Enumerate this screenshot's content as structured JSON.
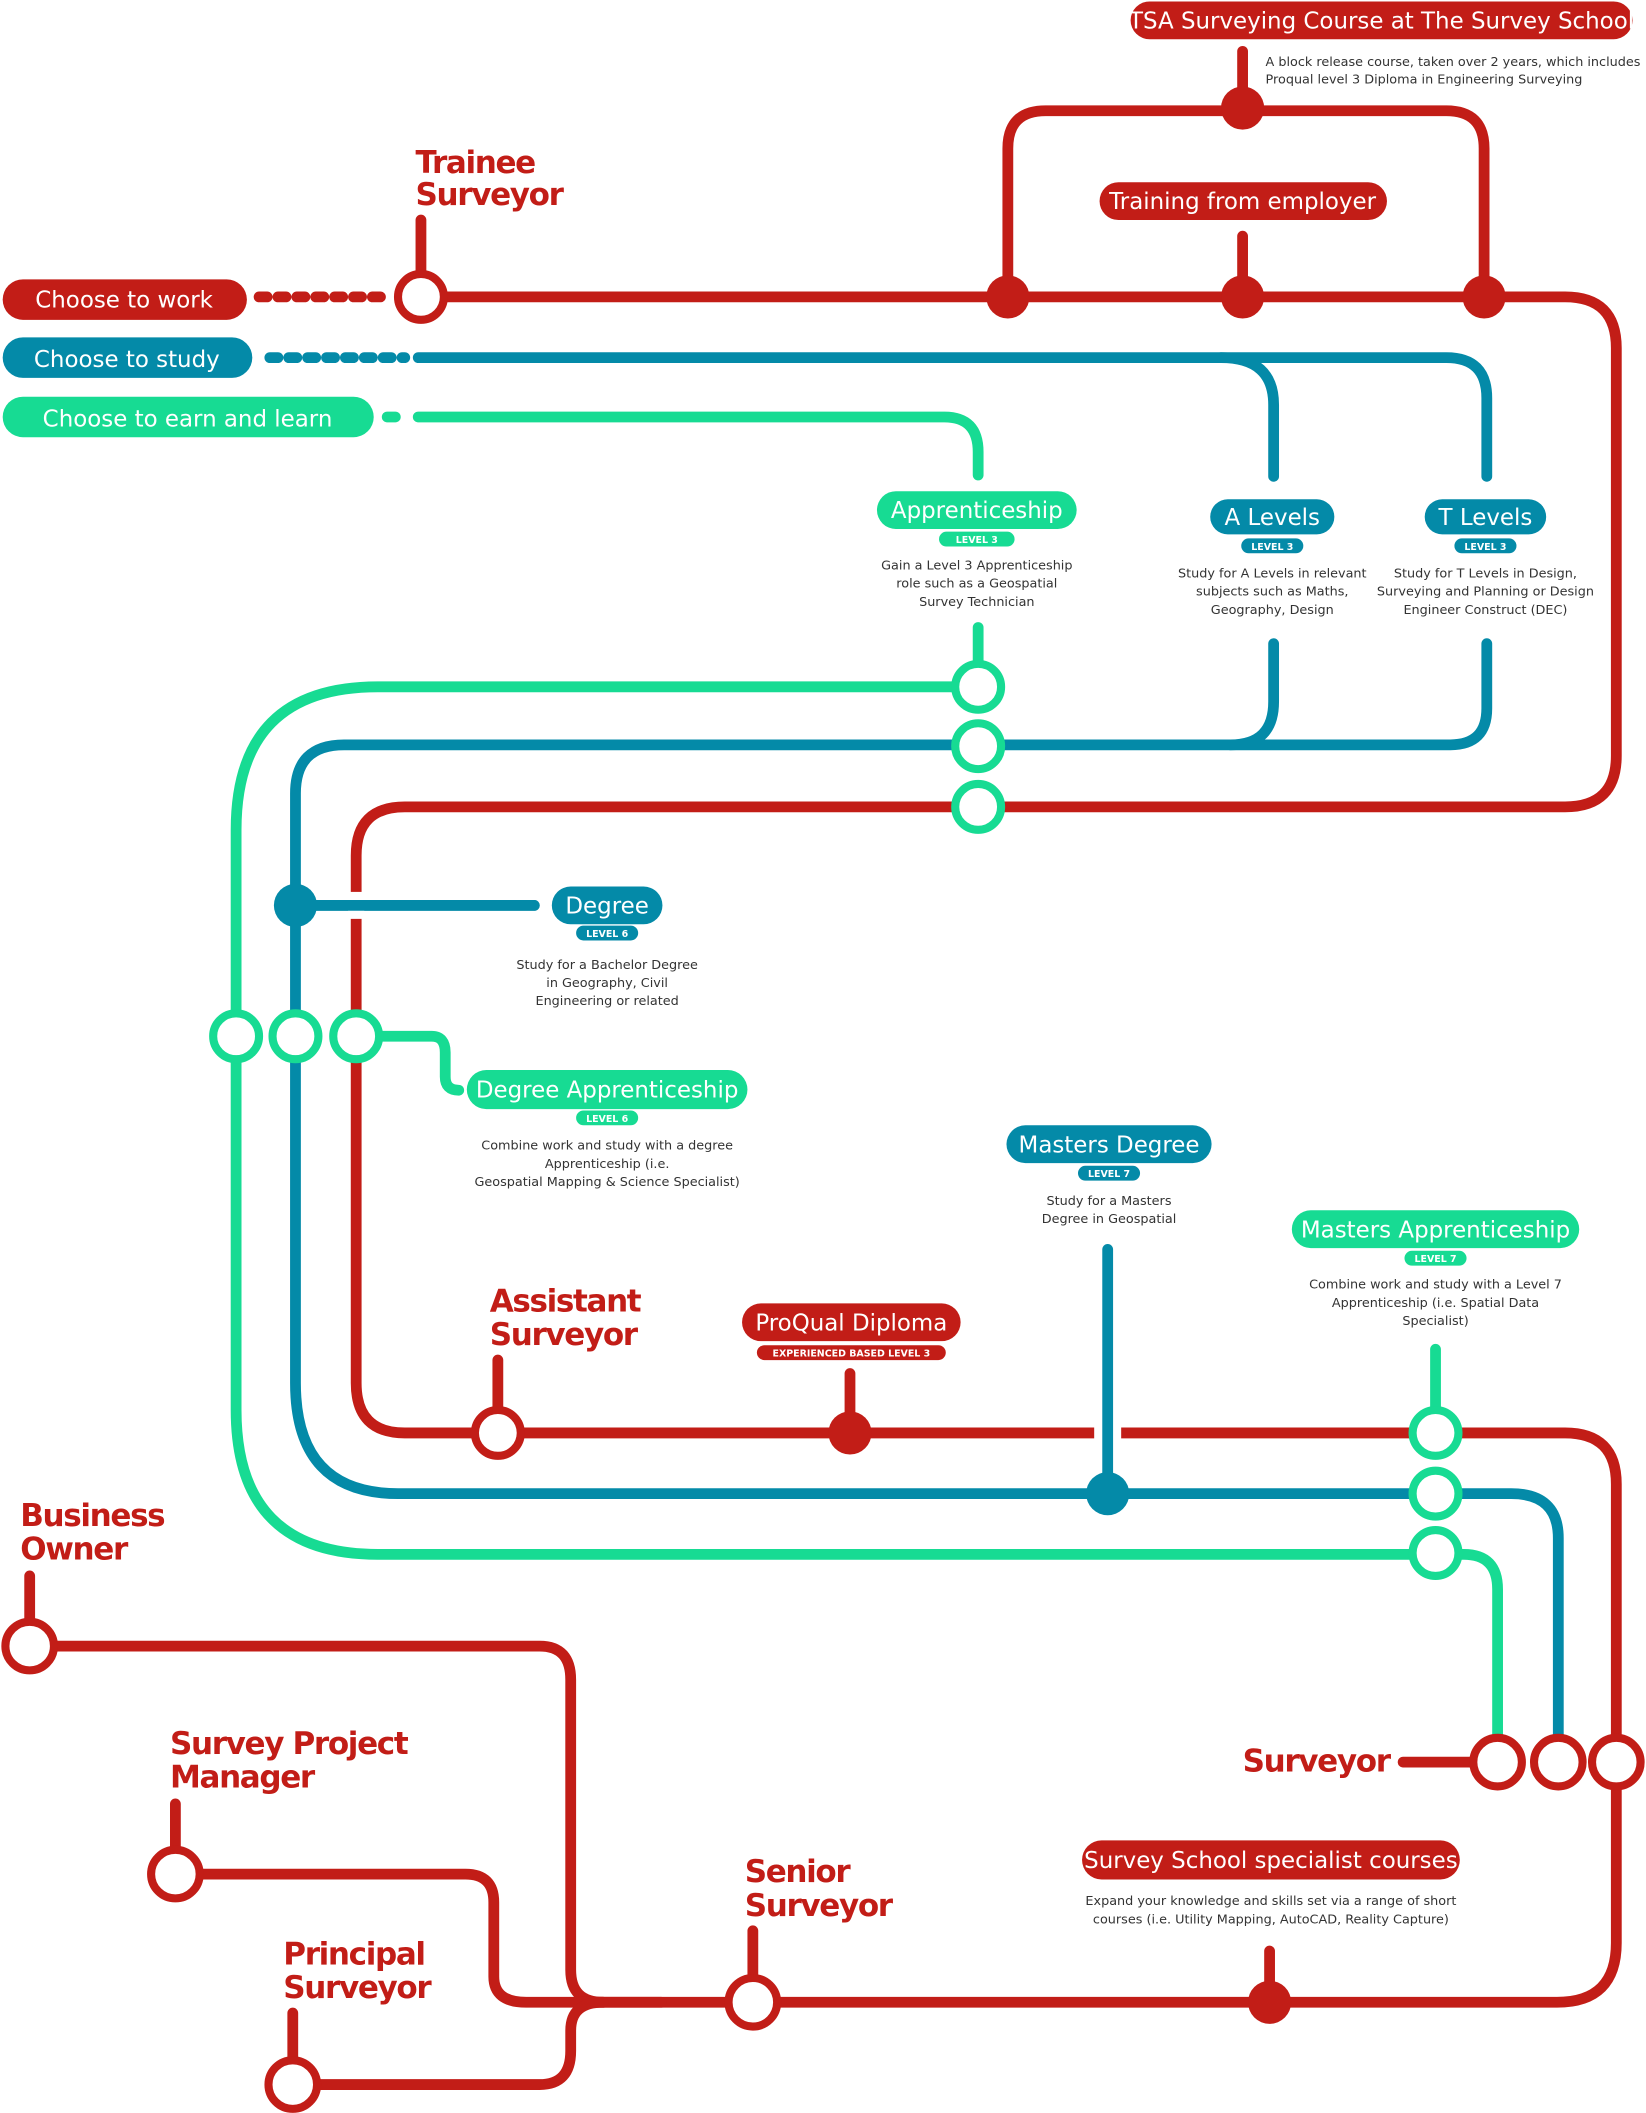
{
  "colors": {
    "work": "#c21d17",
    "study": "#048aa8",
    "earn_and_learn": "#17db93"
  },
  "paths": {
    "work": "Choose to work",
    "study": "Choose to study",
    "earn_and_learn": "Choose to earn and learn"
  },
  "stations": {
    "tsa": {
      "label": "TSA Surveying Course at The Survey School",
      "desc": [
        "A block release course, taken over 2 years, which includes",
        "Proqual level 3 Diploma in Engineering Surveying"
      ]
    },
    "training": {
      "label": "Training from employer"
    },
    "apprenticeship": {
      "label": "Apprenticeship",
      "level": "LEVEL 3",
      "desc": [
        "Gain a Level 3 Apprenticeship",
        "role such as a Geospatial",
        "Survey Technician"
      ]
    },
    "a_levels": {
      "label": "A Levels",
      "level": "LEVEL 3",
      "desc": [
        "Study for A Levels in relevant",
        "subjects such as Maths,",
        "Geography, Design"
      ]
    },
    "t_levels": {
      "label": "T Levels",
      "level": "LEVEL 3",
      "desc": [
        "Study for T Levels in Design,",
        "Surveying and Planning or Design",
        "Engineer Construct (DEC)"
      ]
    },
    "degree": {
      "label": "Degree",
      "level": "LEVEL 6",
      "desc": [
        "Study for a Bachelor Degree",
        "in Geography, Civil",
        "Engineering or related"
      ]
    },
    "degree_apprenticeship": {
      "label": "Degree Apprenticeship",
      "level": "LEVEL 6",
      "desc": [
        "Combine work and study with a degree",
        "Apprenticeship (i.e.",
        "Geospatial Mapping & Science Specialist)"
      ]
    },
    "masters_degree": {
      "label": "Masters Degree",
      "level": "LEVEL 7",
      "desc": [
        "Study for a Masters",
        "Degree in Geospatial"
      ]
    },
    "masters_apprenticeship": {
      "label": "Masters Apprenticeship",
      "level": "LEVEL 7",
      "desc": [
        "Combine work and study with a Level 7",
        "Apprenticeship (i.e. Spatial Data",
        "Specialist)"
      ]
    },
    "proqual": {
      "label": "ProQual Diploma",
      "level": "EXPERIENCED BASED LEVEL 3"
    },
    "specialist": {
      "label": "Survey School specialist courses",
      "desc": [
        "Expand your knowledge and skills set via a range of short",
        "courses (i.e. Utility Mapping, AutoCAD, Reality Capture)"
      ]
    }
  },
  "roles": {
    "trainee": [
      "Trainee",
      "Surveyor"
    ],
    "assistant": [
      "Assistant",
      "Surveyor"
    ],
    "surveyor": "Surveyor",
    "senior": [
      "Senior",
      "Surveyor"
    ],
    "business_owner": [
      "Business",
      "Owner"
    ],
    "project_manager": [
      "Survey Project",
      "Manager"
    ],
    "principal": [
      "Principal",
      "Surveyor"
    ]
  }
}
